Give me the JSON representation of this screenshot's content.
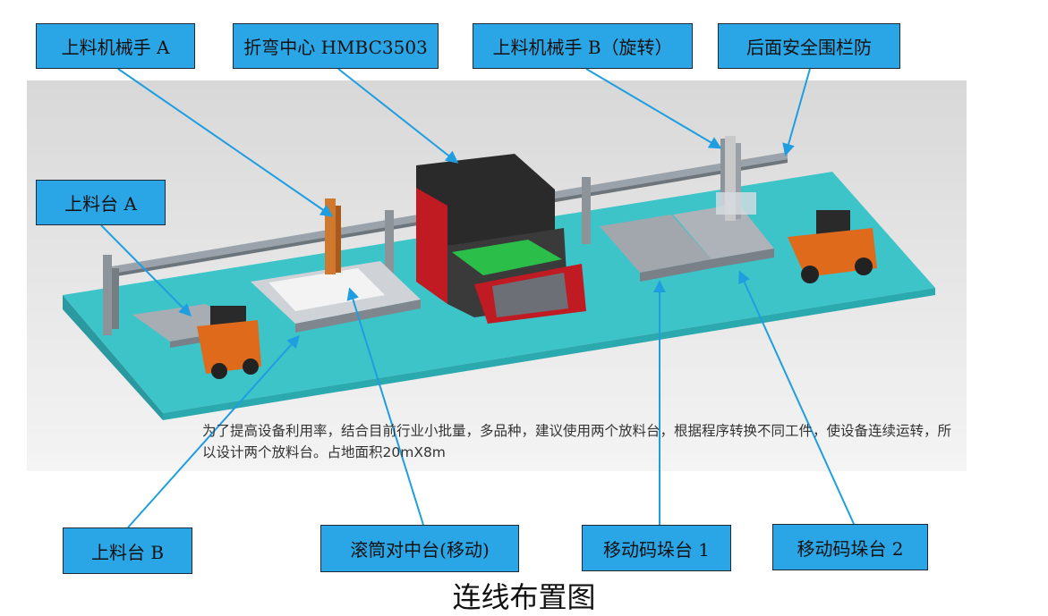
{
  "labels": {
    "loader_robot_a": "上料机械手 A",
    "bending_center": "折弯中心 HMBC3503",
    "loader_robot_b": "上料机械手 B（旋转）",
    "rear_fence": "后面安全围栏防",
    "loading_table_a": "上料台 A",
    "loading_table_b": "上料台 B",
    "roller_centering_table": "滚筒对中台(移动)",
    "mobile_stacking_1": "移动码垛台 1",
    "mobile_stacking_2": "移动码垛台 2"
  },
  "description": "为了提高设备利用率，结合目前行业小批量，多品种，建议使用两个放料台，根据程序转换不同工件，使设备连续运转，所以设计两个放料台。占地面积20mX8m",
  "title": "连线布置图",
  "colors": {
    "label_fill": "#2aa6e6",
    "leader_line": "#1e9ee0",
    "floor": "#3cc4c8",
    "machine_red": "#c01a22",
    "forklift_orange": "#e06a1c"
  }
}
